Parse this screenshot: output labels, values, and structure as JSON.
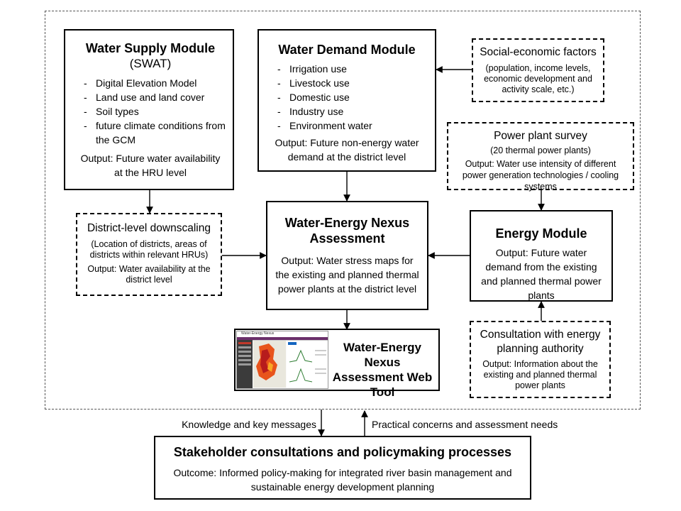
{
  "water_supply": {
    "title": "Water Supply Module",
    "subtitle": "(SWAT)",
    "items": [
      "Digital Elevation Model",
      "Land use and land cover",
      "Soil types",
      "future climate conditions from the GCM"
    ],
    "output": "Output: Future water availability at the HRU  level"
  },
  "water_demand": {
    "title": "Water Demand Module",
    "items": [
      "Irrigation use",
      "Livestock use",
      "Domestic use",
      "Industry use",
      "Environment water"
    ],
    "output": "Output: Future non-energy water demand at the district level"
  },
  "social_economic": {
    "title": "Social-economic factors",
    "detail": "(population, income levels, economic development and activity  scale, etc.)"
  },
  "power_plant_survey": {
    "title": "Power plant survey",
    "count": "(20 thermal power plants)",
    "output": "Output:  Water use intensity of different power generation technologies / cooling systems"
  },
  "district_downscaling": {
    "title": "District-level downscaling",
    "detail": "(Location of districts,  areas of districts within relevant HRUs)",
    "output": "Output:  Water availability at the district level"
  },
  "nexus_assessment": {
    "title": "Water-Energy Nexus Assessment",
    "output": "Output:  Water stress maps for the existing and planned thermal power plants at the district level"
  },
  "energy_module": {
    "title": "Energy Module",
    "output": "Output: Future water demand from the existing and planned thermal power plants"
  },
  "web_tool": {
    "label": "Water-Energy Nexus Assessment Web Tool",
    "screenshot_title": "Water-Energy Nexus"
  },
  "consultation": {
    "title": "Consultation with energy planning authority",
    "output": "Output:  Information about the existing and planned thermal power plants"
  },
  "flows": {
    "down_label": "Knowledge and key messages",
    "up_label": "Practical concerns and assessment needs"
  },
  "stakeholder": {
    "title": "Stakeholder consultations and policymaking processes",
    "outcome": "Outcome: Informed policy-making for integrated river basin management and sustainable energy development planning"
  }
}
